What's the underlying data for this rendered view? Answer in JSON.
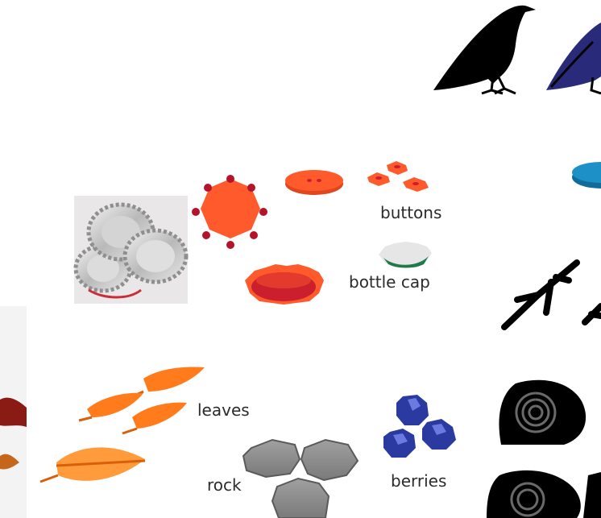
{
  "labels": {
    "buttons": "buttons",
    "bottle_cap": "bottle cap",
    "leaves": "leaves",
    "rock": "rock",
    "berries": "berries"
  },
  "colors": {
    "crow_black": "#000000",
    "crow_blue": "#2a2a7a",
    "cap_orange": "#ff5a2b",
    "cap_dot_red": "#b5122c",
    "cap_inner_red": "#cc1f2d",
    "button_orange": "#ff5a2b",
    "button_hole_red": "#cc1f2d",
    "cap_white": "#e6e6e6",
    "cap_green": "#1f7a4a",
    "leaf_orange": "#ff7b1c",
    "leaf_light": "#ff9b3a",
    "leaf_dark_red": "#8a1a14",
    "rock_gray": "#8a8a8a",
    "rock_dark": "#5a5a5a",
    "berry_blue": "#2a3aa0",
    "berry_highlight": "#6a7ae0",
    "disc_blue": "#1e90c8",
    "twig_black": "#000000",
    "shell_black": "#000000"
  },
  "icons": [
    "crow-black-icon",
    "crow-blue-icon",
    "bottle-caps-photo",
    "orange-bottle-cap-top-icon",
    "orange-button-icon",
    "small-buttons-icon",
    "white-bottle-cap-icon",
    "red-bottle-cap-side-icon",
    "blue-disc-icon",
    "twig-icon",
    "leaves-icon",
    "large-leaf-icon",
    "rocks-icon",
    "berries-icon",
    "snail-shell-icon",
    "red-leaves-photo"
  ]
}
